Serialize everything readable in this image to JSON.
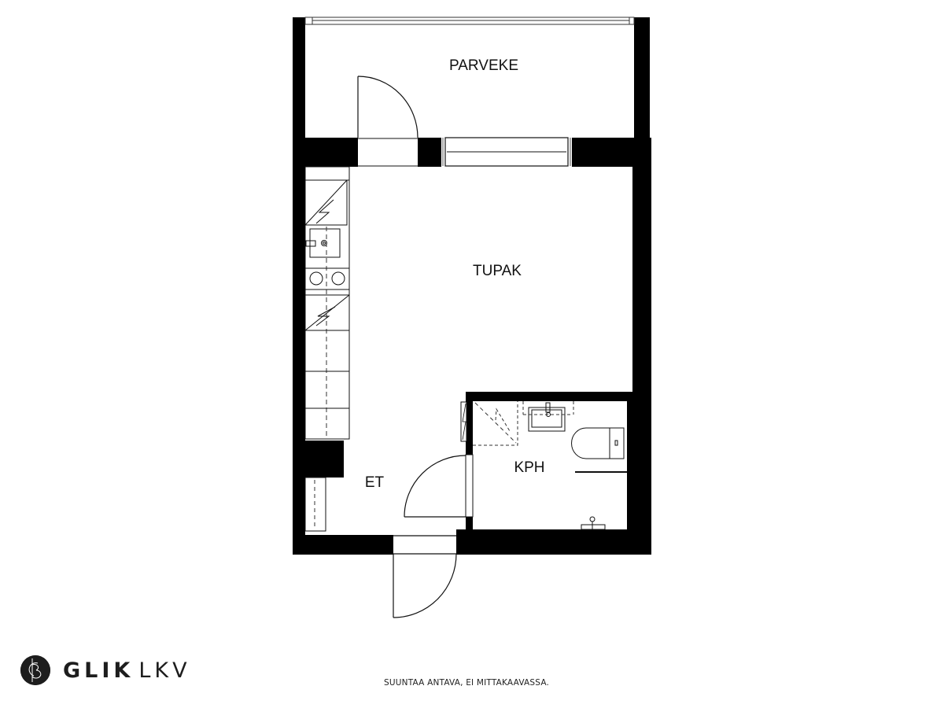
{
  "rooms": {
    "balcony": "PARVEKE",
    "living": "TUPAK",
    "bathroom": "KPH",
    "entry": "ET"
  },
  "branding": {
    "brand_bold": "GLIK",
    "brand_light": "LKV",
    "logo_icon": "glik-monogram-icon"
  },
  "footer": {
    "disclaimer": "SUUNTAA ANTAVA, EI MITTAKAAVASSA."
  },
  "colors": {
    "wall": "#000000",
    "line": "#111111",
    "background": "#ffffff"
  }
}
